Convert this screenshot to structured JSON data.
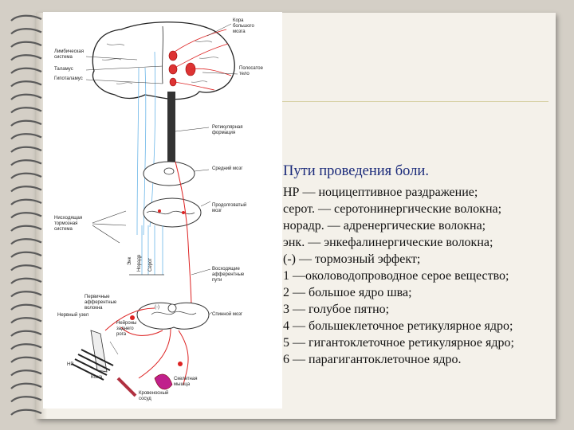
{
  "slide": {
    "title": "Пути проведения боли.",
    "lines": [
      "НР — ноцицептивное раздражение;",
      "серот. — серотонинергические волокна;",
      "норадр. — адренергические волокна;",
      "энк. — энкефалинергические волокна;",
      "(-) — тормозный эффект;",
      "1 —околоводопроводное серое вещество;",
      "2 — большое ядро шва;",
      "3 — голубое пятно;",
      "4 — большеклеточное ретикулярное ядро;",
      "5 — гигантоклеточное ретикулярное ядро;",
      "6 — парагигантоклеточное ядро."
    ]
  },
  "figure": {
    "labels": {
      "cortex": "Кора\nбольшого\nмозга",
      "limbic": "Лимбическая\nсистема",
      "thalamus": "Таламус",
      "hypothalamus": "Гипоталамус",
      "striatum": "Полосатое\nтело",
      "reticular": "Ретикулярная\nформация",
      "midbrain": "Средний мозг",
      "medulla": "Продолговатый\nмозг",
      "descending": "Нисходящая\nтормозная\nсистема",
      "ascending": "Восходящие\nафферентные\nпути",
      "primary": "Первичные\nафферентные\nволокна",
      "ganglion": "Нервный узел",
      "dorsal_horn": "Нейроны\nзаднего\nрога",
      "spinal": "Спинной мозг",
      "skin": "Кожа",
      "vessel": "Кровеносный\nсосуд",
      "muscle": "Скелетная\nмышца",
      "np": "НР",
      "fiber_1": "Энк",
      "fiber_2": "Норадр",
      "fiber_3": "Серот"
    }
  }
}
